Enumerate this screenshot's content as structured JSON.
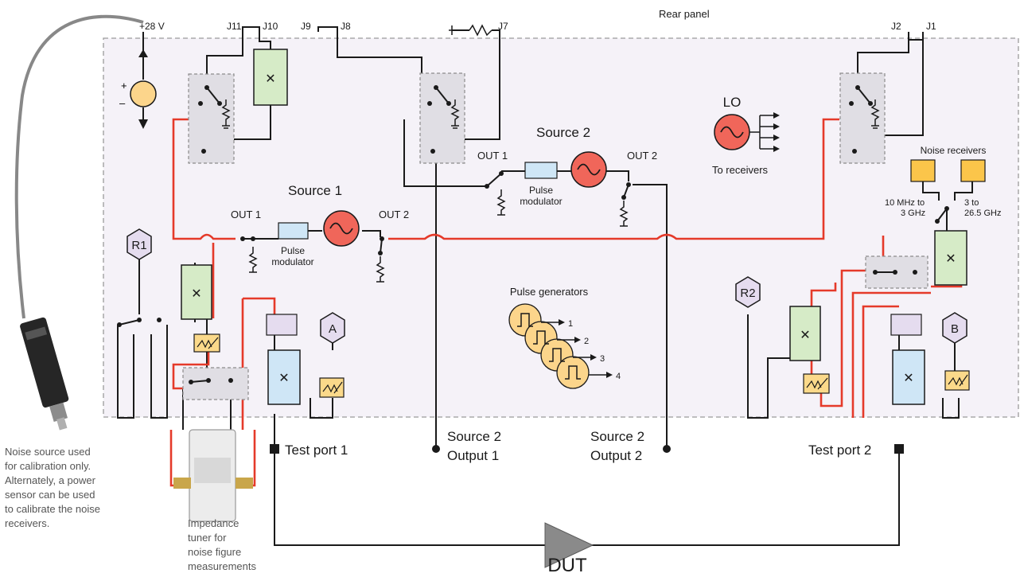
{
  "panel": {
    "rear_panel_label": "Rear panel"
  },
  "connectors": {
    "power": "+28 V",
    "j11": "J11",
    "j10": "J10",
    "j9": "J9",
    "j8": "J8",
    "j7": "J7",
    "j2": "J2",
    "j1": "J1"
  },
  "dc_source": {
    "plus": "+",
    "minus": "–"
  },
  "source1": {
    "title": "Source 1",
    "out1": "OUT 1",
    "out2": "OUT 2",
    "pulse_modulator": [
      "Pulse",
      "modulator"
    ]
  },
  "source2": {
    "title": "Source 2",
    "out1": "OUT 1",
    "out2": "OUT 2",
    "pulse_modulator": [
      "Pulse",
      "modulator"
    ]
  },
  "lo": {
    "title": "LO",
    "caption": "To receivers"
  },
  "noise_receivers": {
    "title": "Noise receivers",
    "low_band": [
      "10 MHz to",
      "3 GHz"
    ],
    "high_band": [
      "3 to",
      "26.5 GHz"
    ]
  },
  "receivers": {
    "r1": "R1",
    "r2": "R2",
    "a": "A",
    "b": "B"
  },
  "pulse_generators": {
    "title": "Pulse generators",
    "outputs": [
      "1",
      "2",
      "3",
      "4"
    ]
  },
  "ports": {
    "test_port_1": "Test port 1",
    "test_port_2": "Test port 2",
    "source2_output1": [
      "Source 2",
      "Output 1"
    ],
    "source2_output2": [
      "Source 2",
      "Output 2"
    ]
  },
  "dut": {
    "label": "DUT"
  },
  "noise_source_note": [
    "Noise source used",
    "for calibration only.",
    "Alternately, a power",
    "sensor can be used",
    "to calibrate the noise",
    "receivers."
  ],
  "tuner_note": [
    "Impedance",
    "tuner for",
    "noise figure",
    "measurements"
  ],
  "colors": {
    "signal_path": "#e53a2a",
    "wire": "#1a1a1a",
    "panel_fill": "#f5f2f8",
    "source_fill": "#f0665a",
    "coupler_green": "#d6ebc7",
    "coupler_blue": "#cfe6f6",
    "attenuator_fill": "#fbd98a",
    "pulse_gen_fill": "#fcd58b",
    "receiver_fill": "#e5dcef",
    "dut_fill": "#8a8a8a"
  }
}
